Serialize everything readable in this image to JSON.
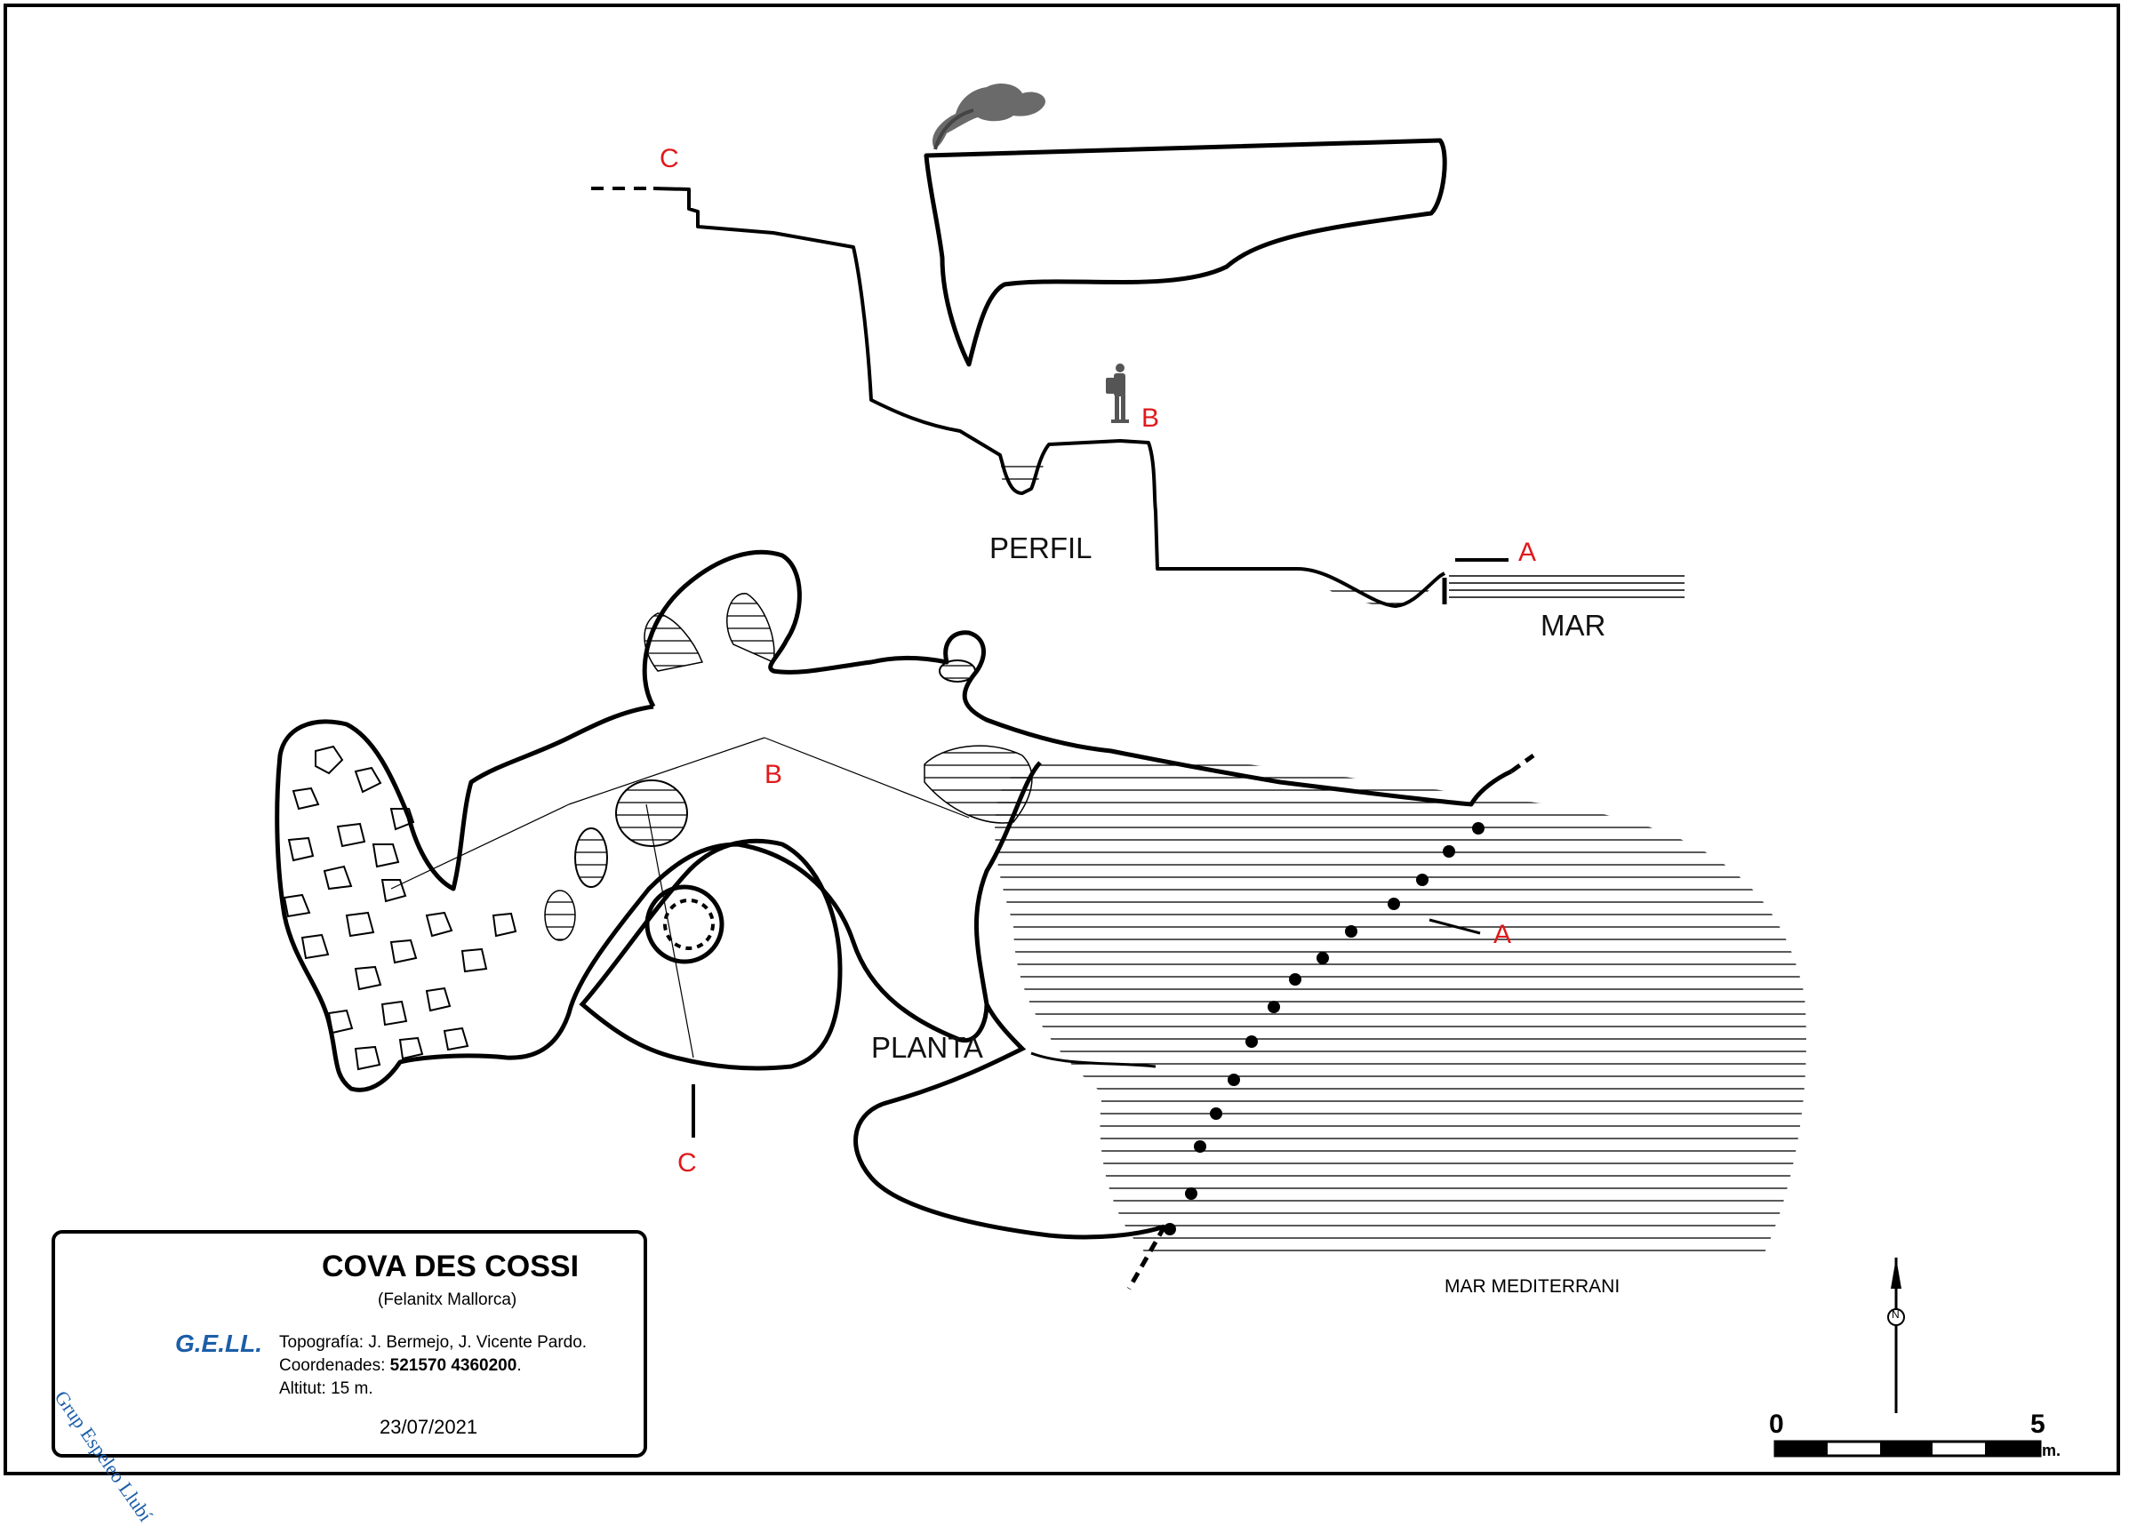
{
  "map": {
    "profile_label": "PERFIL",
    "plan_label": "PLANTA",
    "sea_label": "MAR",
    "sea_full_label": "MAR MEDITERRANI",
    "markers": {
      "a": "A",
      "b": "B",
      "c": "C"
    }
  },
  "legend": {
    "title": "COVA DES COSSI",
    "subtitle": "(Felanitx Mallorca)",
    "logo_text": "G.E.LL.",
    "logo_ring": "Grup Espeleo Llubí",
    "topography": "Topografía: J. Bermejo, J. Vicente Pardo.",
    "coords_label": "Coordenades:",
    "coords_value": "521570 4360200",
    "coords_end": ".",
    "altitude": "Altitut: 15 m.",
    "date": "23/07/2021"
  },
  "scale": {
    "start": "0",
    "end": "5",
    "unit": "m.",
    "north_symbol": "N"
  },
  "colors": {
    "marker": "#e0191b",
    "logo": "#1c5ea8",
    "line": "#000000"
  }
}
